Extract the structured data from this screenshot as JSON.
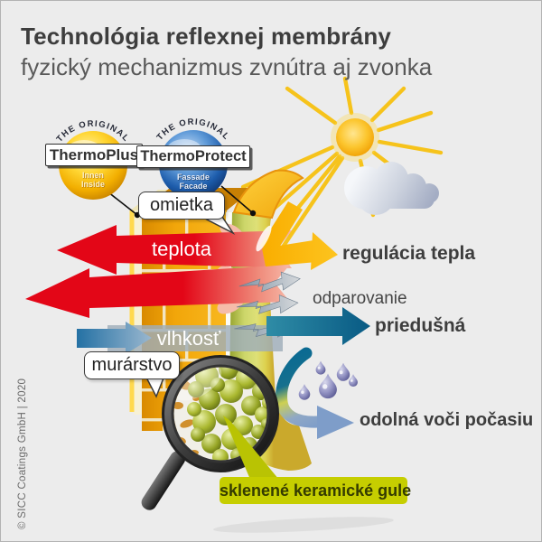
{
  "header": {
    "title": "Technológia reflexnej membrány",
    "subtitle": "fyzický mechanizmus zvnútra aj zvonka"
  },
  "badges": {
    "thermoplus": {
      "arc": "THE ORIGINAL",
      "name": "ThermoPlus",
      "sub1": "Innen",
      "sub2": "Inside"
    },
    "thermoprotect": {
      "arc": "THE ORIGINAL",
      "name": "ThermoProtect",
      "sub1": "Fassade",
      "sub2": "Facade"
    }
  },
  "labels": {
    "omietka": "omietka",
    "teplota": "teplota",
    "vlhkost": "vlhkosť",
    "murarstvo": "murárstvo",
    "regulacia_tepla": "regulácia tepla",
    "odparovanie": "odparovanie",
    "priedusna": "priedušná",
    "odolna": "odolná voči počasiu",
    "gule": "sklenené keramické gule"
  },
  "footer": {
    "copyright": "© SICC Coatings GmbH | 2020"
  },
  "icons": {
    "sun": "sun-icon",
    "cloud": "cloud-icon",
    "magnifier": "magnifier-icon",
    "raindrops": "raindrop-icons"
  },
  "colors": {
    "background": "#ececec",
    "text_dark": "#3d3d3d",
    "brick_orange": "#f2a60a",
    "membrane_green": "#ccd66a",
    "label_green": "#c6ce00",
    "heat_red": "#e30617",
    "teal": "#0a6a92",
    "steel_blue": "#7e9dc9",
    "sun_yellow": "#f6c31b",
    "badge_gold": "#fdc320",
    "badge_blue": "#1d5cab"
  }
}
